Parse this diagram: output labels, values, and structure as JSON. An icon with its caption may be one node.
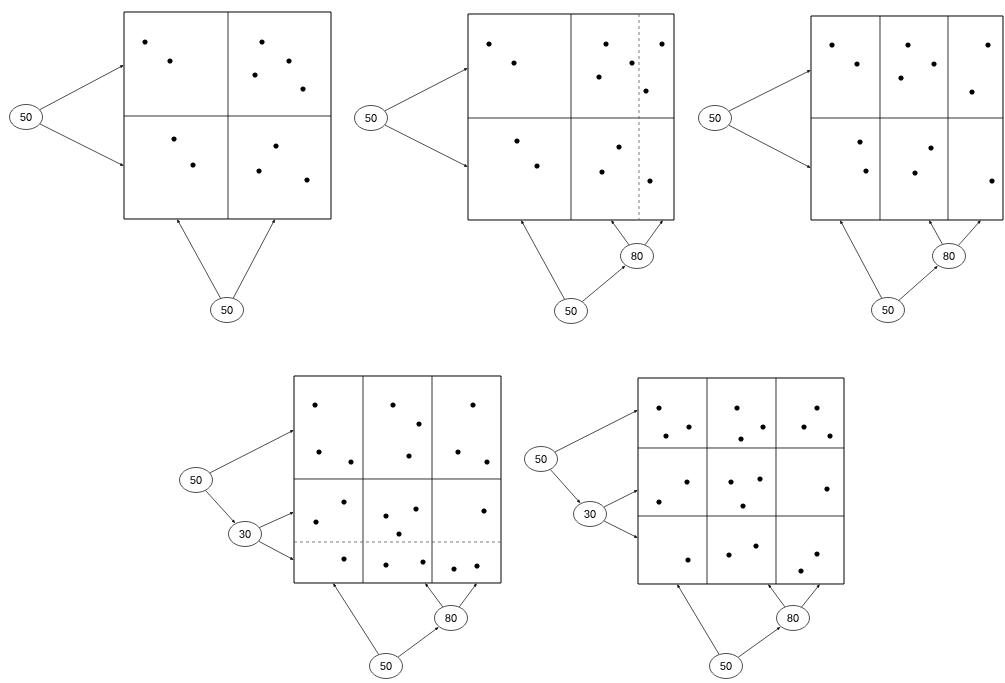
{
  "diagram": {
    "nodes": [
      {
        "text": [],
        "shape": "box"
      },
      {
        "text": [
          "50"
        ]
      },
      {
        "text": [
          "50"
        ]
      },
      {
        "text": [],
        "shape": "box"
      },
      {
        "text": [
          "50"
        ]
      },
      {
        "text": [
          "50"
        ]
      },
      {
        "text": [
          "80"
        ]
      },
      {
        "text": [],
        "shape": "box"
      },
      {
        "text": [
          "50"
        ]
      },
      {
        "text": [
          "50"
        ]
      },
      {
        "text": [
          "80"
        ]
      },
      {
        "text": [],
        "shape": "box"
      },
      {
        "text": [
          "50"
        ]
      },
      {
        "text": [
          "30"
        ]
      },
      {
        "text": [
          "50"
        ]
      },
      {
        "text": [
          "80"
        ]
      },
      {
        "text": [],
        "shape": "box"
      },
      {
        "text": [
          "50"
        ]
      },
      {
        "text": [
          "30"
        ]
      },
      {
        "text": [
          "50"
        ]
      },
      {
        "text": [
          "80"
        ]
      }
    ],
    "edges": [
      {
        "from": 1,
        "to": 0,
        "arrow": "to"
      },
      {
        "from": 1,
        "to": 0,
        "arrow": "to"
      },
      {
        "from": 2,
        "to": 0,
        "arrow": "to"
      },
      {
        "from": 2,
        "to": 0,
        "arrow": "to"
      },
      {
        "from": 4,
        "to": 3,
        "arrow": "to"
      },
      {
        "from": 4,
        "to": 3,
        "arrow": "to"
      },
      {
        "from": 5,
        "to": 3,
        "arrow": "to"
      },
      {
        "from": 5,
        "to": 6,
        "arrow": "to"
      },
      {
        "from": 6,
        "to": 3,
        "arrow": "to"
      },
      {
        "from": 6,
        "to": 3,
        "arrow": "to"
      },
      {
        "from": 8,
        "to": 7,
        "arrow": "to"
      },
      {
        "from": 8,
        "to": 7,
        "arrow": "to"
      },
      {
        "from": 9,
        "to": 7,
        "arrow": "to"
      },
      {
        "from": 9,
        "to": 10,
        "arrow": "to"
      },
      {
        "from": 10,
        "to": 7,
        "arrow": "to"
      },
      {
        "from": 10,
        "to": 7,
        "arrow": "to"
      },
      {
        "from": 12,
        "to": 11,
        "arrow": "to"
      },
      {
        "from": 12,
        "to": 13,
        "arrow": "to"
      },
      {
        "from": 13,
        "to": 11,
        "arrow": "to"
      },
      {
        "from": 13,
        "to": 11,
        "arrow": "to"
      },
      {
        "from": 14,
        "to": 11,
        "arrow": "to"
      },
      {
        "from": 14,
        "to": 15,
        "arrow": "to"
      },
      {
        "from": 15,
        "to": 11,
        "arrow": "to"
      },
      {
        "from": 15,
        "to": 11,
        "arrow": "to"
      },
      {
        "from": 17,
        "to": 16,
        "arrow": "to"
      },
      {
        "from": 17,
        "to": 18,
        "arrow": "to"
      },
      {
        "from": 18,
        "to": 16,
        "arrow": "to"
      },
      {
        "from": 18,
        "to": 16,
        "arrow": "to"
      },
      {
        "from": 19,
        "to": 16,
        "arrow": "to"
      },
      {
        "from": 19,
        "to": 20,
        "arrow": "to"
      },
      {
        "from": 20,
        "to": 16,
        "arrow": "to"
      },
      {
        "from": 20,
        "to": 16,
        "arrow": "to"
      }
    ]
  }
}
